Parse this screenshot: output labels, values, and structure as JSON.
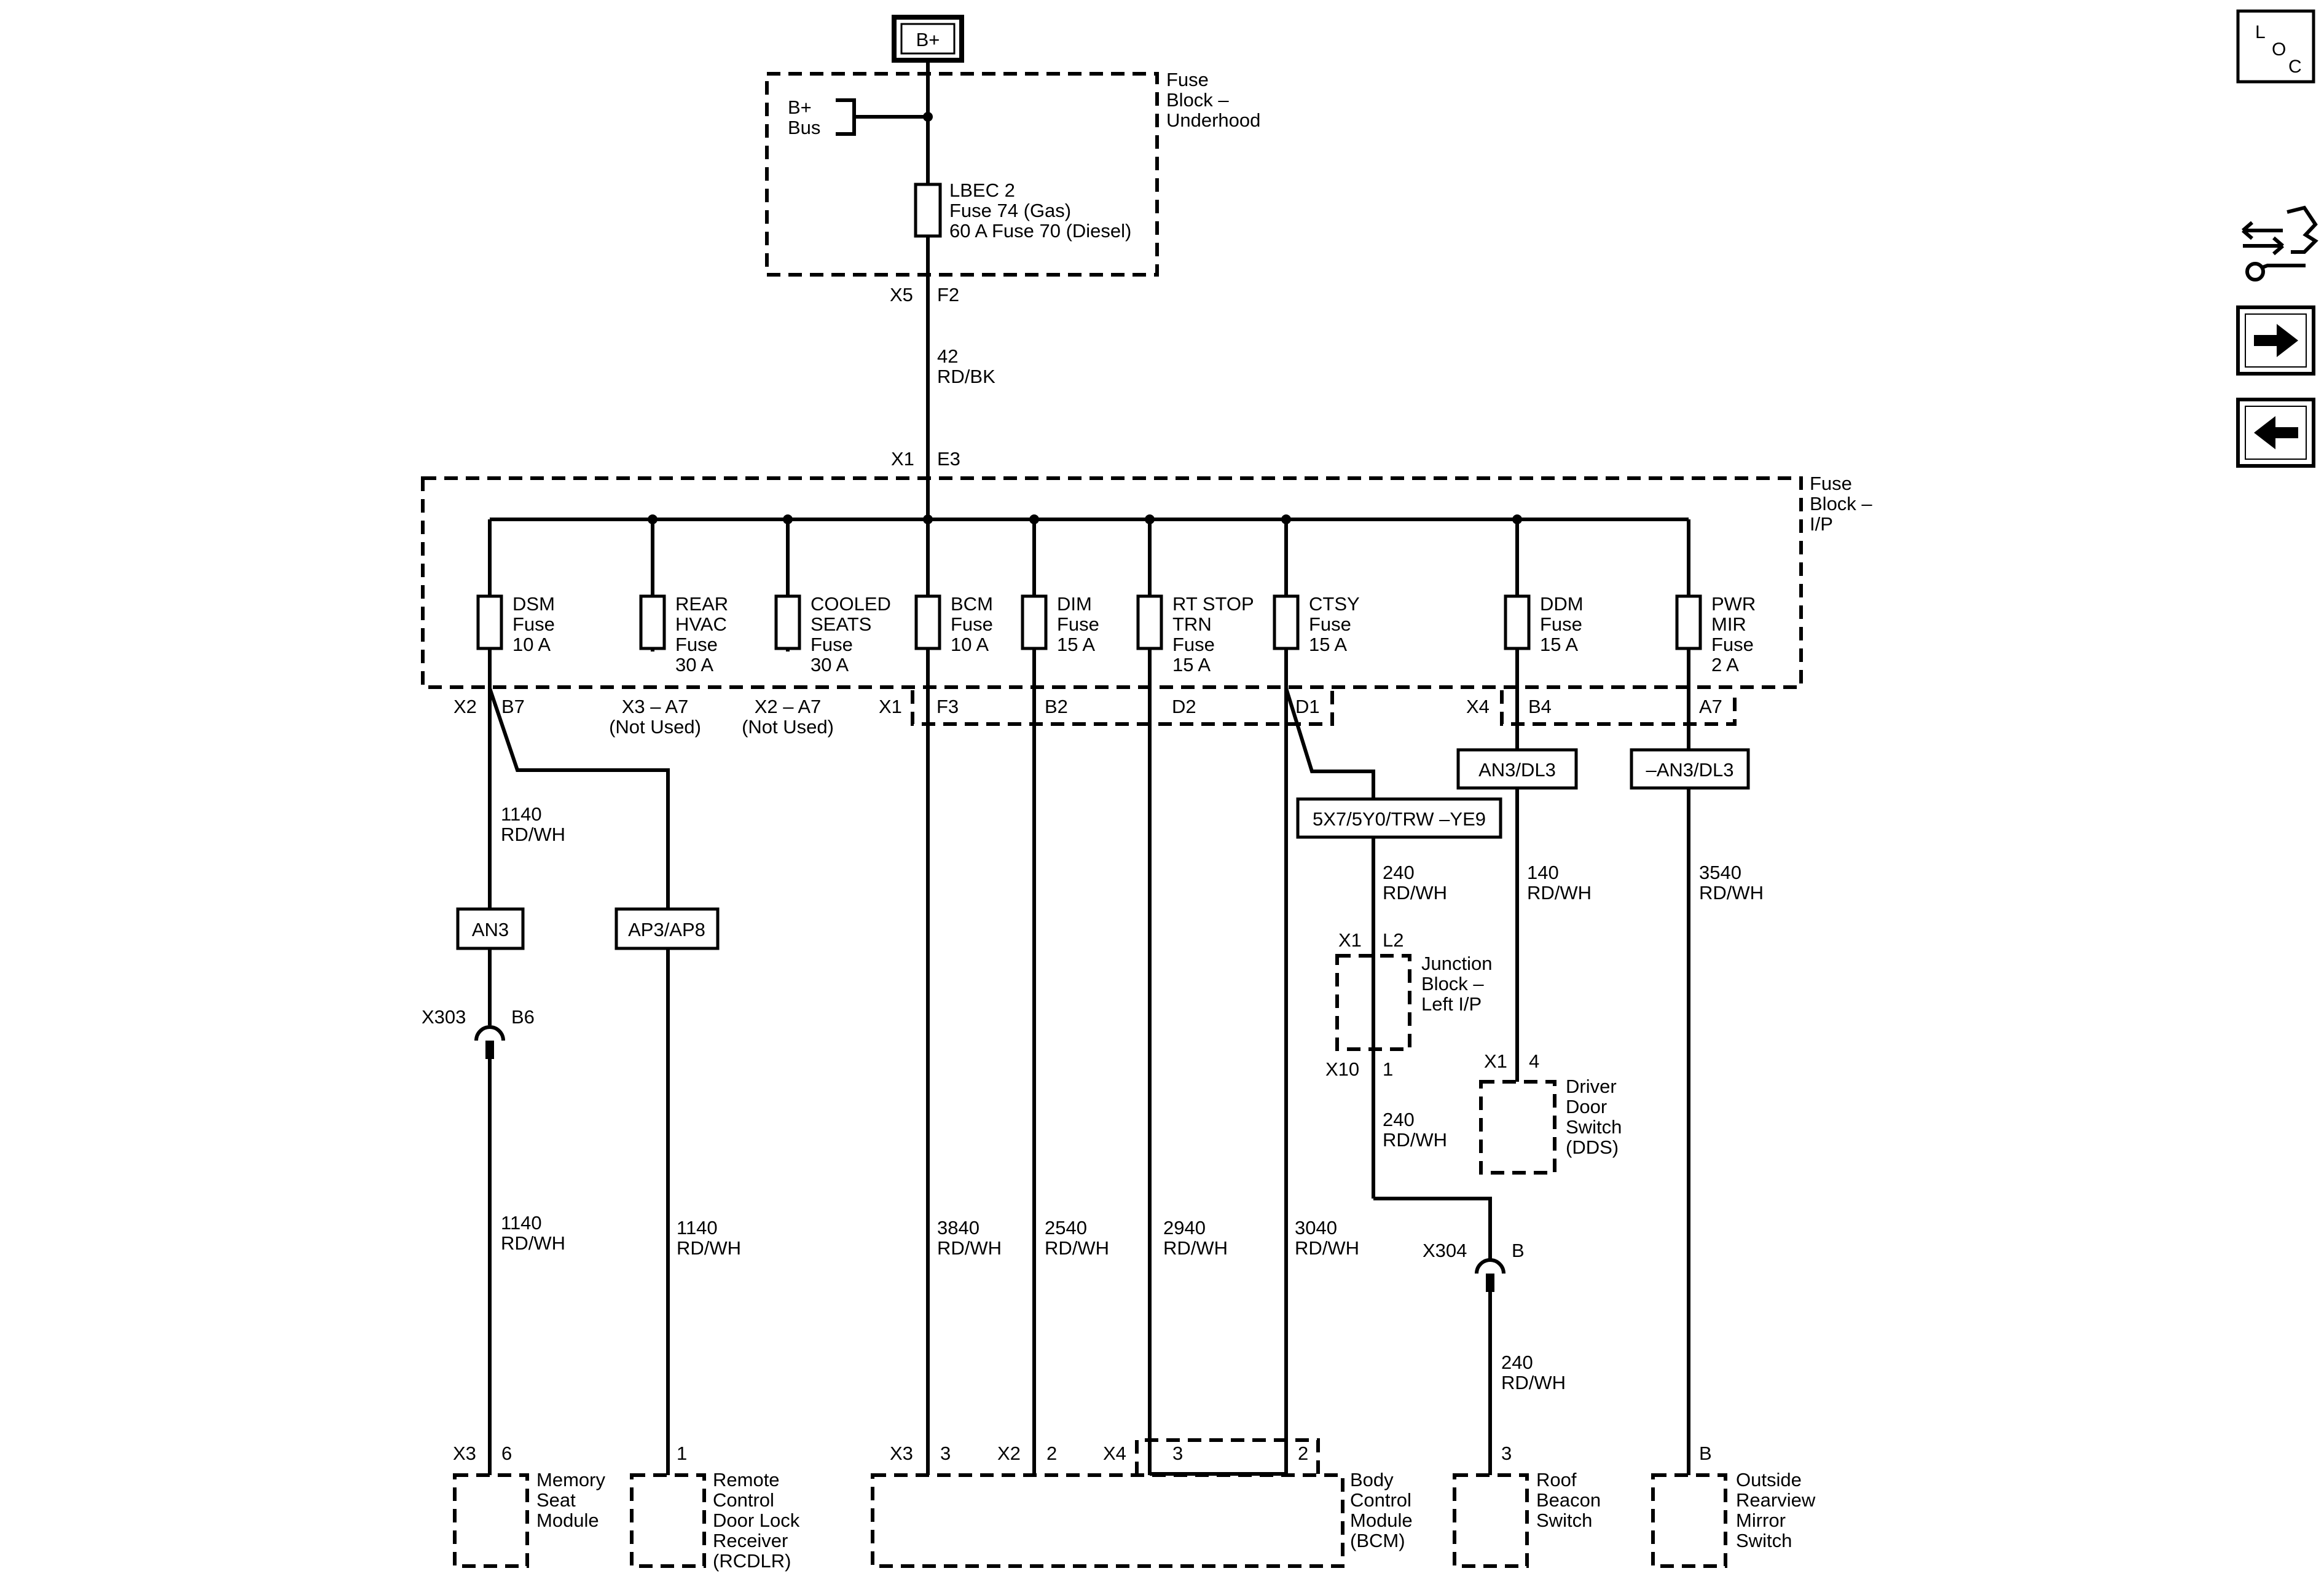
{
  "power_source": "B+",
  "fuse_block_underhood": {
    "label": [
      "Fuse",
      "Block –",
      "Underhood"
    ],
    "bus_label": [
      "B+",
      "Bus"
    ],
    "fuse_label": [
      "LBEC 2",
      "Fuse 74 (Gas)",
      "60 A Fuse 70 (Diesel)"
    ],
    "connector": "X5",
    "pin": "F2"
  },
  "feed_wire": [
    "42",
    "RD/BK"
  ],
  "fuse_block_ip": {
    "label": [
      "Fuse",
      "Block –",
      "I/P"
    ],
    "input_connector": "X1",
    "input_pin": "E3",
    "fuses": [
      {
        "lines": [
          "DSM",
          "Fuse",
          "10 A"
        ]
      },
      {
        "lines": [
          "REAR",
          "HVAC",
          "Fuse",
          "30 A"
        ]
      },
      {
        "lines": [
          "COOLED",
          "SEATS",
          "Fuse",
          "30 A"
        ]
      },
      {
        "lines": [
          "BCM",
          "Fuse",
          "10 A"
        ]
      },
      {
        "lines": [
          "DIM",
          "Fuse",
          "15 A"
        ]
      },
      {
        "lines": [
          "RT STOP",
          "TRN",
          "Fuse",
          "15 A"
        ]
      },
      {
        "lines": [
          "CTSY",
          "Fuse",
          "15 A"
        ]
      },
      {
        "lines": [
          "DDM",
          "Fuse",
          "15 A"
        ]
      },
      {
        "lines": [
          "PWR",
          "MIR",
          "Fuse",
          "2 A"
        ]
      }
    ],
    "outputs": {
      "dsm_conn": "X2",
      "dsm_pin": "B7",
      "rear_hvac": [
        "X3 – A7",
        "(Not Used)"
      ],
      "cooled_seats": [
        "X2 – A7",
        "(Not Used)"
      ],
      "x1": "X1",
      "bcm_pin": "F3",
      "dim_pin": "B2",
      "rtstop_pin": "D2",
      "ctsy_pin": "D1",
      "x4": "X4",
      "ddm_pin": "B4",
      "pwrmir_pin": "A7"
    }
  },
  "options": {
    "an3": "AN3",
    "ap3_ap8": "AP3/AP8",
    "ctsy_option": "5X7/5Y0/TRW –YE9",
    "ddm_option": "AN3/DL3",
    "pwrmir_option": "–AN3/DL3"
  },
  "wires": {
    "dsm_upper": [
      "1140",
      "RD/WH"
    ],
    "dsm_lower": [
      "1140",
      "RD/WH"
    ],
    "rcdlr": [
      "1140",
      "RD/WH"
    ],
    "bcm": [
      "3840",
      "RD/WH"
    ],
    "dim": [
      "2540",
      "RD/WH"
    ],
    "rtstop": [
      "2940",
      "RD/WH"
    ],
    "ctsy": [
      "3040",
      "RD/WH"
    ],
    "ctsy_branch_upper": [
      "240",
      "RD/WH"
    ],
    "ctsy_branch_mid": [
      "240",
      "RD/WH"
    ],
    "roof": [
      "240",
      "RD/WH"
    ],
    "ddm": [
      "140",
      "RD/WH"
    ],
    "pwrmir": [
      "3540",
      "RD/WH"
    ]
  },
  "inline_connectors": {
    "x303": {
      "name": "X303",
      "pin": "B6"
    },
    "x304": {
      "name": "X304",
      "pin": "B"
    }
  },
  "junction_block": {
    "label": [
      "Junction",
      "Block –",
      "Left I/P"
    ],
    "in_conn": "X1",
    "in_pin": "L2",
    "out_conn": "X10",
    "out_pin": "1"
  },
  "components": {
    "memory_seat": {
      "label": [
        "Memory",
        "Seat",
        "Module"
      ],
      "conn": "X3",
      "pin": "6"
    },
    "rcdlr": {
      "label": [
        "Remote",
        "Control",
        "Door Lock",
        "Receiver",
        "(RCDLR)"
      ],
      "pin": "1"
    },
    "bcm": {
      "label": [
        "Body",
        "Control",
        "Module",
        "(BCM)"
      ],
      "x3": "X3",
      "x3_pin": "3",
      "x2": "X2",
      "x2_pin": "2",
      "x4": "X4",
      "x4_pin_a": "3",
      "x4_pin_b": "2"
    },
    "roof_beacon": {
      "label": [
        "Roof",
        "Beacon",
        "Switch"
      ],
      "pin": "3"
    },
    "driver_door": {
      "label": [
        "Driver",
        "Door",
        "Switch",
        "(DDS)"
      ],
      "conn": "X1",
      "pin": "4"
    },
    "mirror_switch": {
      "label": [
        "Outside",
        "Rearview",
        "Mirror",
        "Switch"
      ],
      "pin": "B"
    }
  },
  "nav": {
    "loc": [
      "L",
      "O",
      "C"
    ],
    "icons": [
      "component-locator-icon",
      "connector-wrench-icon",
      "next-arrow-icon",
      "previous-arrow-icon"
    ]
  }
}
